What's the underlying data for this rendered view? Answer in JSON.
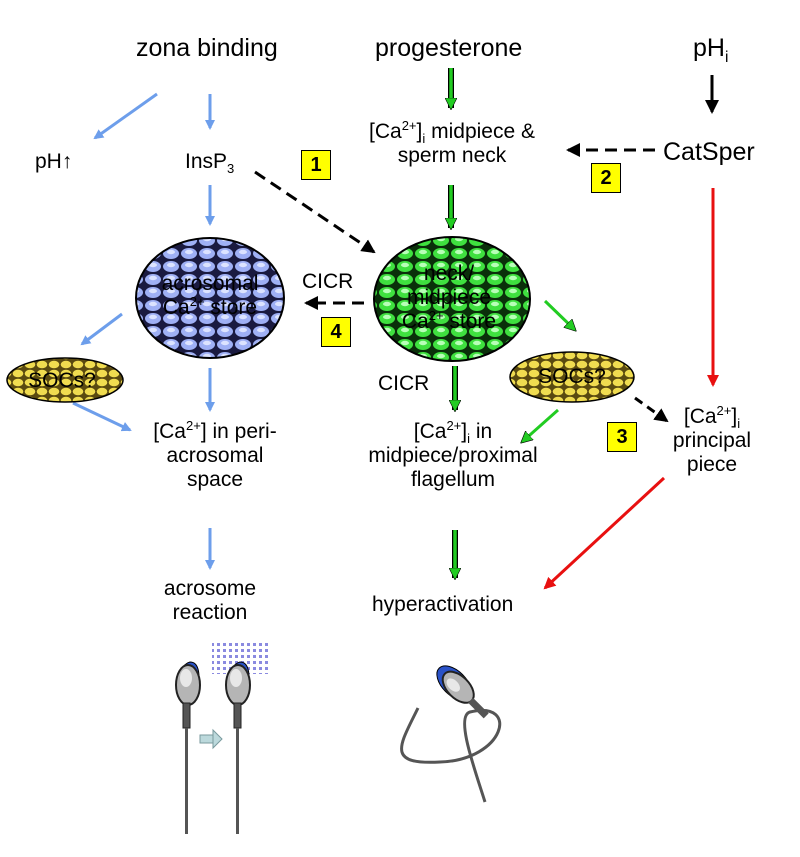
{
  "nodes": {
    "zona_binding": "zona binding",
    "progesterone": "progesterone",
    "ph_i_base": "pH",
    "ph_i_sub": "i",
    "ph_up": "pH↑",
    "insp3_base": "InsP",
    "insp3_sub": "3",
    "ca_mid_pre": "[Ca",
    "ca_mid_sup": "2+",
    "ca_mid_mid": "]",
    "ca_mid_sub": "i",
    "ca_mid_post": " midpiece &",
    "ca_mid_line2": "sperm neck",
    "catsper": "CatSper",
    "cicr_left": "CICR",
    "cicr_center": "CICR",
    "acrosomal_store_line1": "acrosomal",
    "acrosomal_store_line2_pre": "Ca",
    "acrosomal_store_line2_sup": "2+",
    "acrosomal_store_line2_post": " store",
    "neck_store_line1": "neck/",
    "neck_store_line2": "midpiece",
    "neck_store_line3_pre": "Ca",
    "neck_store_line3_sup": "2+",
    "neck_store_line3_post": " store",
    "socs_left": "SOCs?",
    "socs_right": "SOCs?",
    "peri_pre": "[Ca",
    "peri_sup": "2+",
    "peri_post": "] in peri-",
    "peri_line2": "acrosomal",
    "peri_line3": "space",
    "flag_pre": "[Ca",
    "flag_sup": "2+",
    "flag_mid": "]",
    "flag_sub": "i",
    "flag_post": " in",
    "flag_line2": "midpiece/proximal",
    "flag_line3": "flagellum",
    "pp_pre": "[Ca",
    "pp_sup": "2+",
    "pp_mid": "]",
    "pp_sub": "i",
    "pp_line2": "principal",
    "pp_line3": "piece",
    "acrosome_line1": "acrosome",
    "acrosome_line2": "reaction",
    "hyperactivation": "hyperactivation"
  },
  "badges": {
    "b1": "1",
    "b2": "2",
    "b3": "3",
    "b4": "4"
  },
  "colors": {
    "blue_arrow": "#6d9eeb",
    "green_arrow": "#22cc22",
    "red_arrow": "#e81010",
    "black_arrow": "#000000",
    "badge_fill": "#ffff00",
    "acrosomal_store": "#6f7fe0",
    "neck_store": "#2fd02f",
    "socs": "#e8d040"
  }
}
